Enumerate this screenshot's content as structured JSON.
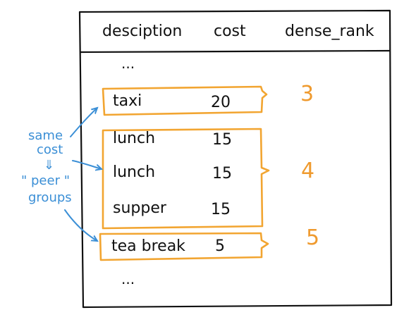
{
  "table": {
    "headers": {
      "description": "desciption",
      "cost": "cost",
      "dense_rank": "dense_rank"
    },
    "ellipsis_top": "...",
    "ellipsis_bottom": "...",
    "rows": [
      {
        "description": "taxi",
        "cost": "20"
      },
      {
        "description": "lunch",
        "cost": "15"
      },
      {
        "description": "lunch",
        "cost": "15"
      },
      {
        "description": "supper",
        "cost": "15"
      },
      {
        "description": "tea break",
        "cost": "5"
      }
    ]
  },
  "groups": [
    {
      "rank": "3"
    },
    {
      "rank": "4"
    },
    {
      "rank": "5"
    }
  ],
  "annotation": {
    "line1": "same",
    "line2": "cost",
    "line3": "⇓",
    "line4": "\" peer \"",
    "line5": "groups"
  },
  "colors": {
    "ink": "#111111",
    "group_box": "#f2a531",
    "rank": "#ef9a2e",
    "annotation": "#3b8fd6"
  }
}
